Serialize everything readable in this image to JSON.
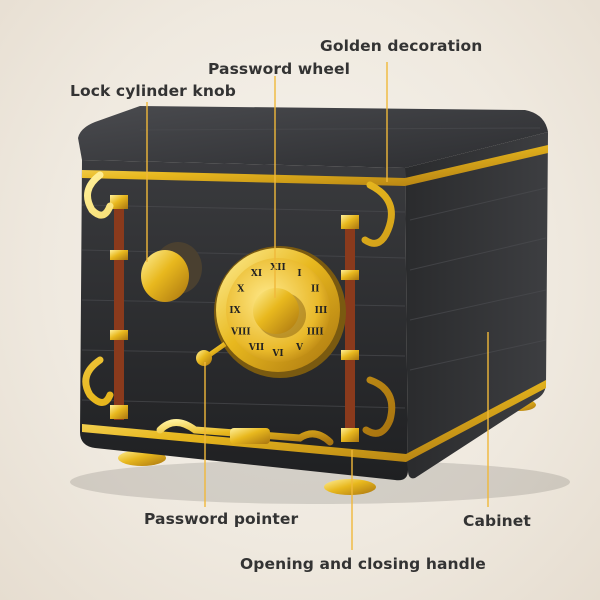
{
  "labels": {
    "golden_decoration": "Golden decoration",
    "password_wheel": "Password wheel",
    "lock_cylinder_knob": "Lock cylinder knob",
    "password_pointer": "Password pointer",
    "cabinet": "Cabinet",
    "handle": "Opening and closing handle"
  },
  "dial_numerals": [
    "XII",
    "I",
    "II",
    "III",
    "IIII",
    "V",
    "VI",
    "VII",
    "VIII",
    "IX",
    "X",
    "XI"
  ],
  "colors": {
    "gold": "#e8b81e",
    "body": "#2b2c2e",
    "leader": "#f0b83a",
    "text": "#333333"
  }
}
